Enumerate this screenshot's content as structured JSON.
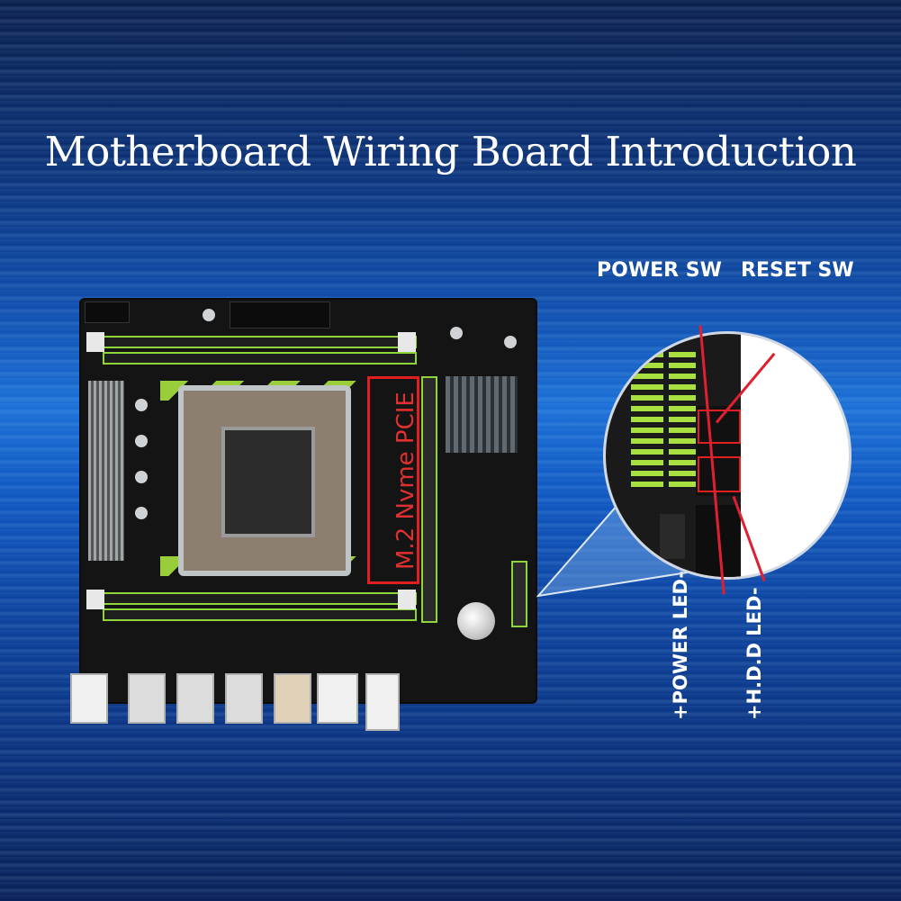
{
  "title": "Motherboard Wiring Board Introduction",
  "labels": {
    "power_sw": "POWER SW",
    "reset_sw": "RESET SW",
    "power_led": "+POWER LED-",
    "hdd_led": "+H.D.D LED-"
  },
  "board_text": {
    "m2": "M.2 Nvme PCIE"
  },
  "colors": {
    "accent_green": "#8fd43a",
    "highlight_red": "#e02020",
    "background_blue": "#1a6fd6"
  }
}
